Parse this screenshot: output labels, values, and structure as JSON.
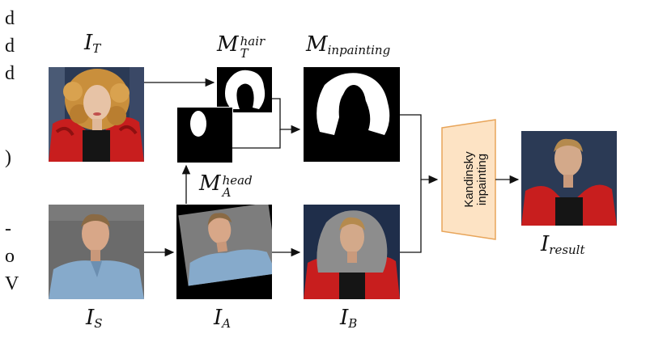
{
  "labels": {
    "I_T": {
      "base": "I",
      "sub": "T"
    },
    "M_T_hair": {
      "base": "M",
      "sup": "hair",
      "sub": "T"
    },
    "M_inpainting": {
      "base": "M",
      "sub": "inpainting"
    },
    "M_A_head": {
      "base": "M",
      "sup": "head",
      "sub": "A"
    },
    "I_S": {
      "base": "I",
      "sub": "S"
    },
    "I_A": {
      "base": "I",
      "sub": "A"
    },
    "I_B": {
      "base": "I",
      "sub": "B"
    },
    "I_result": {
      "base": "I",
      "sub": "result"
    }
  },
  "kandinsky_block": {
    "line1": "Kandinsky",
    "line2": "inpainting",
    "fill": "#fde3c4",
    "stroke": "#e8a55a"
  },
  "left_margin_text": [
    "d",
    "d",
    "d",
    ")",
    "-",
    "o",
    "V"
  ]
}
